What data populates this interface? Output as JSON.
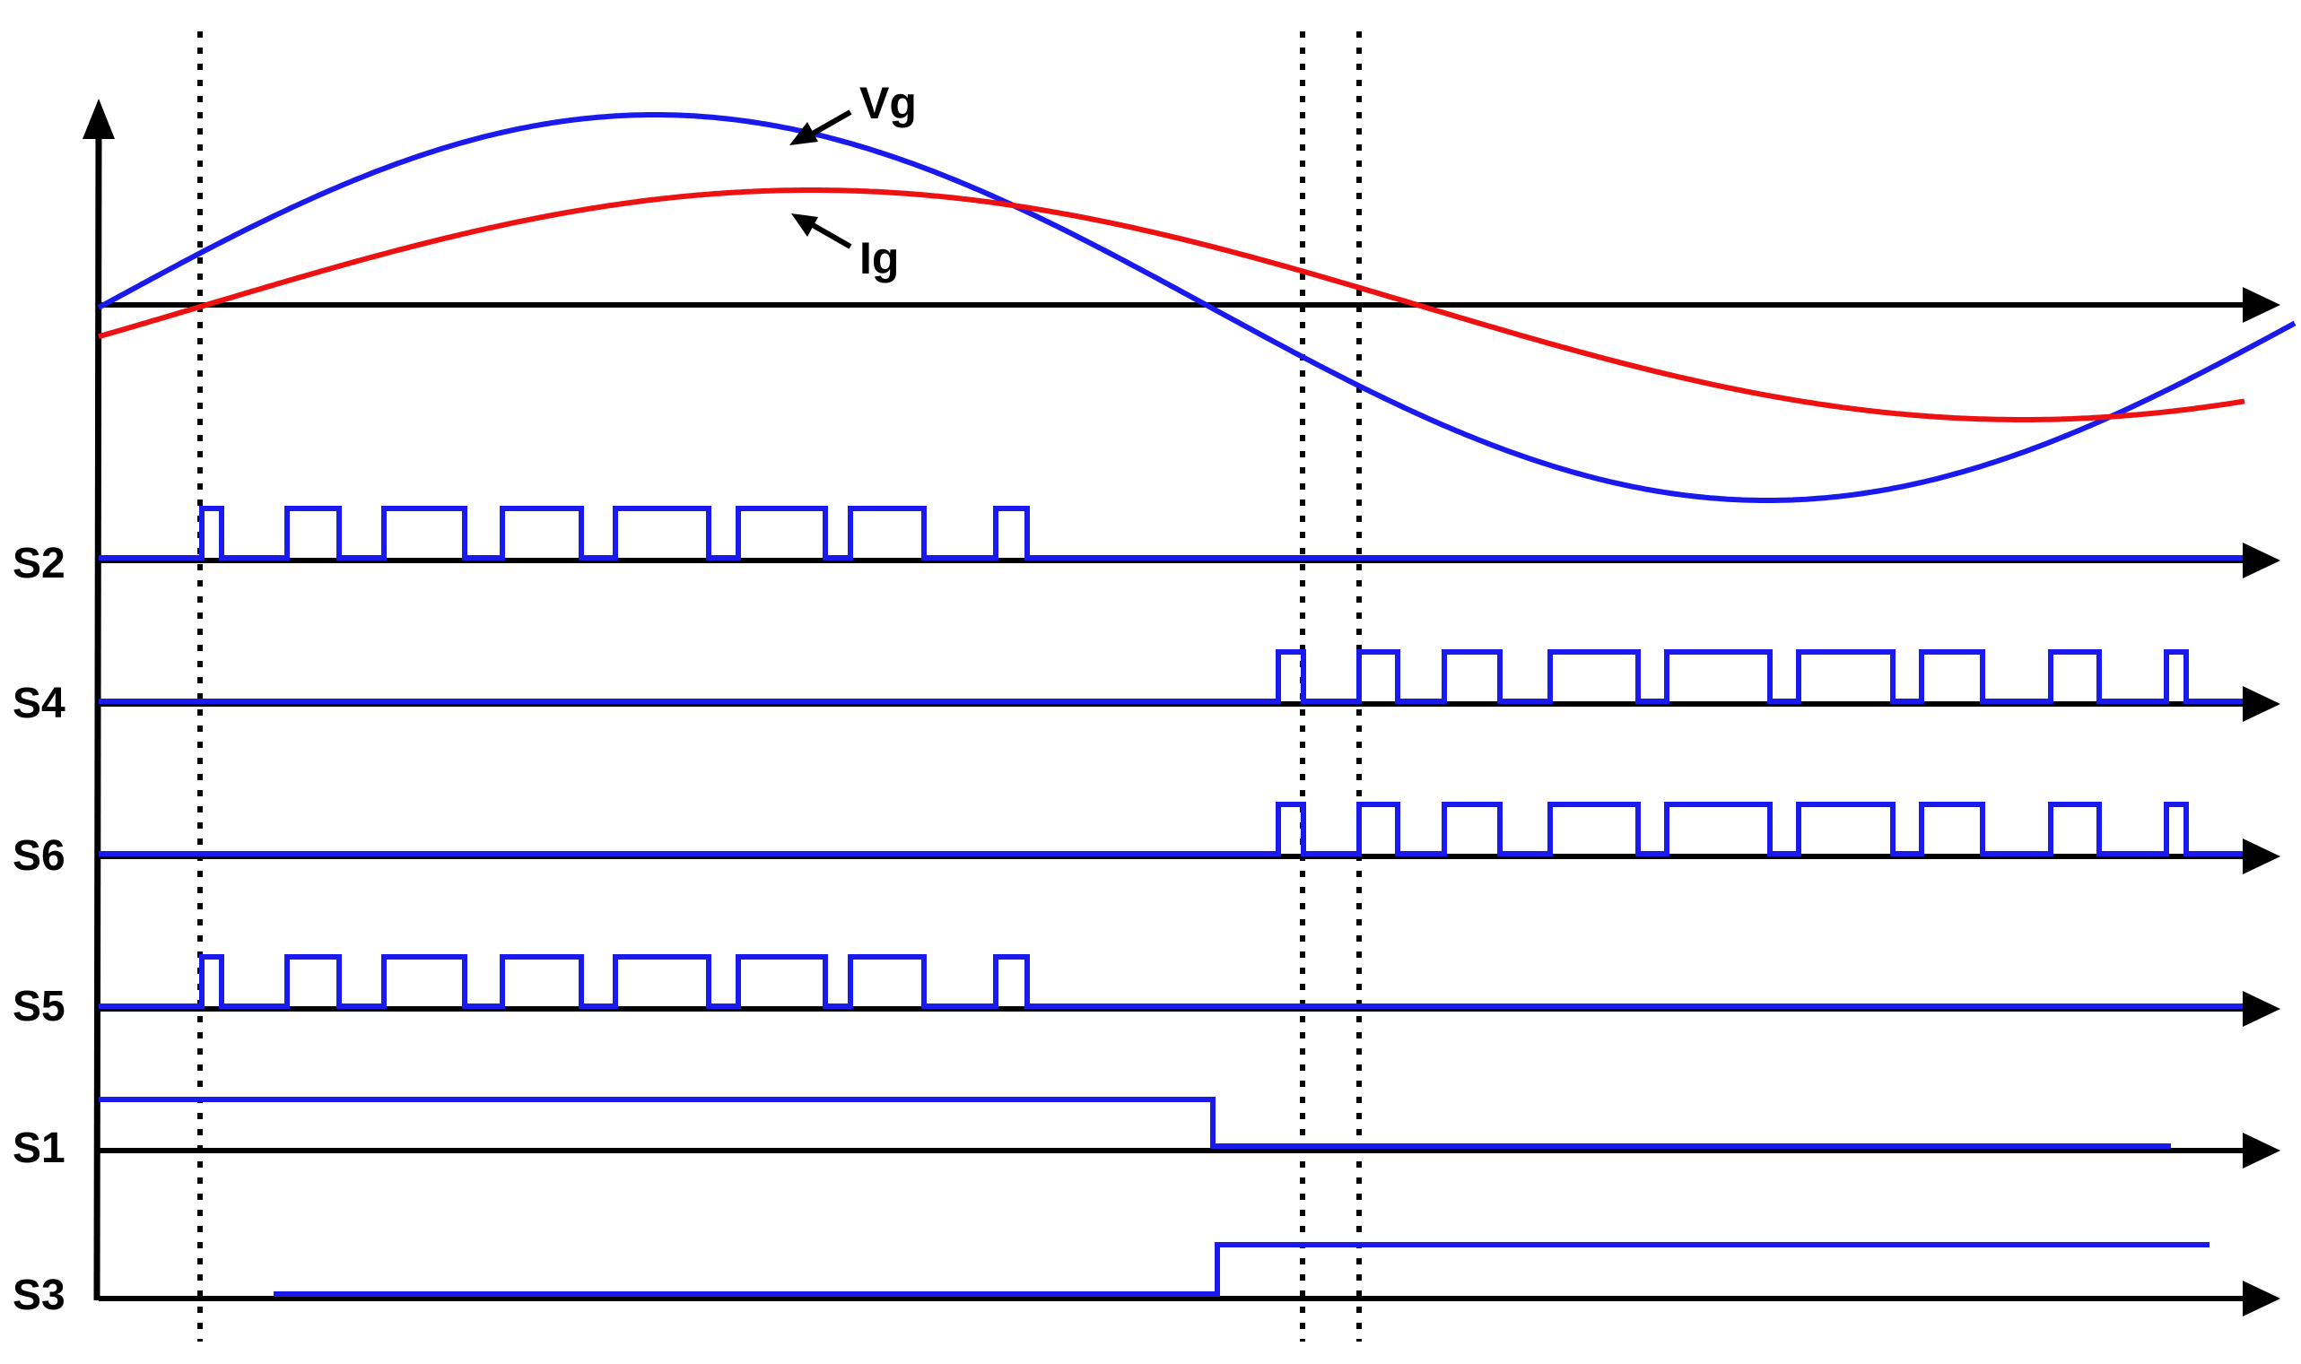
{
  "waveforms": {
    "grid_voltage_label": "Vg",
    "grid_current_label": "Ig",
    "colors": {
      "voltage": "#1a1aee",
      "current": "#ee1111",
      "axis": "#000000",
      "marker": "#000000"
    }
  },
  "signals": [
    {
      "id": "s2",
      "label": "S2",
      "pattern": "pwm-first-half"
    },
    {
      "id": "s4",
      "label": "S4",
      "pattern": "pwm-second-half"
    },
    {
      "id": "s6",
      "label": "S6",
      "pattern": "pwm-second-half"
    },
    {
      "id": "s5",
      "label": "S5",
      "pattern": "pwm-first-half"
    },
    {
      "id": "s1",
      "label": "S1",
      "pattern": "high-then-low"
    },
    {
      "id": "s3",
      "label": "S3",
      "pattern": "low-then-high"
    }
  ],
  "signal_color": "#1a1aee"
}
